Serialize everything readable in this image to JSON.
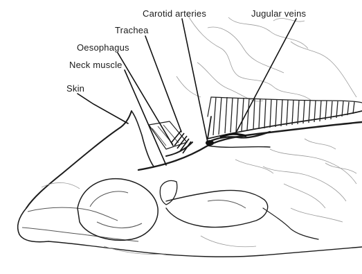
{
  "labels": {
    "carotid": "Carotid arteries",
    "jugular": "Jugular veins",
    "trachea": "Trachea",
    "oesophagus": "Oesophagus",
    "neck_muscle": "Neck muscle",
    "skin": "Skin"
  },
  "colors": {
    "ink": "#1c1c1c",
    "background": "#ffffff"
  }
}
